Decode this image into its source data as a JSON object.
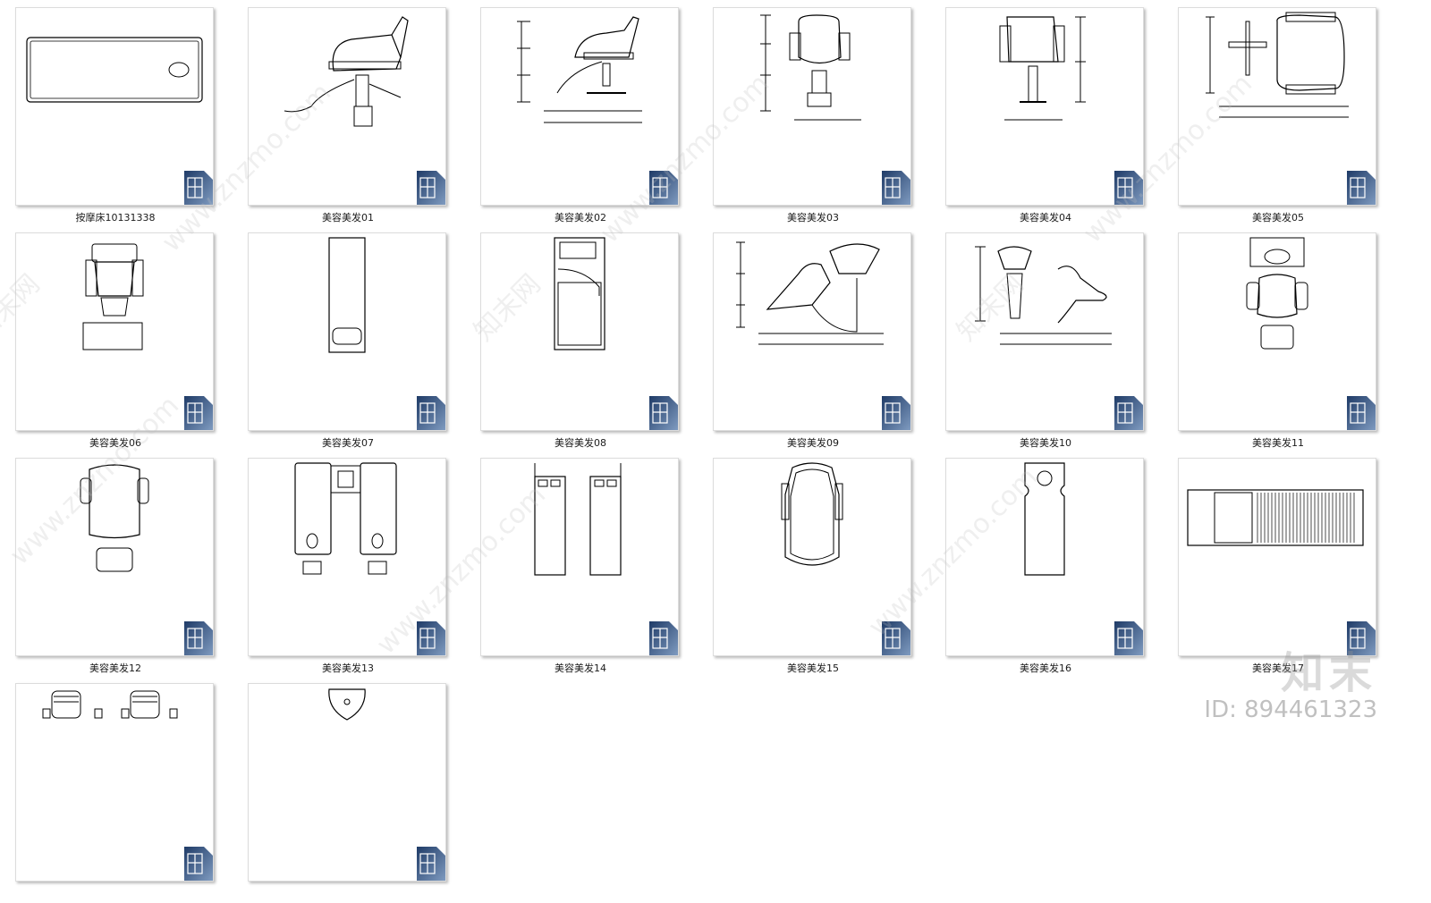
{
  "tiles": [
    {
      "label": "按摩床10131338",
      "kind": "massage-bed"
    },
    {
      "label": "美容美发01",
      "kind": "salon-chair-side"
    },
    {
      "label": "美容美发02",
      "kind": "salon-chair-dim"
    },
    {
      "label": "美容美发03",
      "kind": "chair-front-dim"
    },
    {
      "label": "美容美发04",
      "kind": "chair-front-dim2"
    },
    {
      "label": "美容美发05",
      "kind": "chair-top-dim"
    },
    {
      "label": "美容美发06",
      "kind": "chair-top-stool"
    },
    {
      "label": "美容美发07",
      "kind": "narrow-bed"
    },
    {
      "label": "美容美发08",
      "kind": "cabinet"
    },
    {
      "label": "美容美发09",
      "kind": "wash-chair-dim"
    },
    {
      "label": "美容美发10",
      "kind": "sink-chair-dim"
    },
    {
      "label": "美容美发11",
      "kind": "sink-top"
    },
    {
      "label": "美容美发12",
      "kind": "chair-top-simple"
    },
    {
      "label": "美容美发13",
      "kind": "double-bed"
    },
    {
      "label": "美容美发14",
      "kind": "twin-stations"
    },
    {
      "label": "美容美发15",
      "kind": "oval-bed"
    },
    {
      "label": "美容美发16",
      "kind": "face-bed"
    },
    {
      "label": "美容美发17",
      "kind": "roller-bed"
    },
    {
      "label": "",
      "kind": "row4-chairs"
    },
    {
      "label": "",
      "kind": "row4-sink"
    }
  ],
  "watermark": {
    "logo_text": "知末",
    "id_text": "ID: 894461323",
    "diag_text": "www.znzmo.com",
    "diag_cn": "知末网"
  },
  "colors": {
    "badge_dark": "#1f3b67",
    "badge_light": "#7f9bc0",
    "line": "#000000"
  }
}
